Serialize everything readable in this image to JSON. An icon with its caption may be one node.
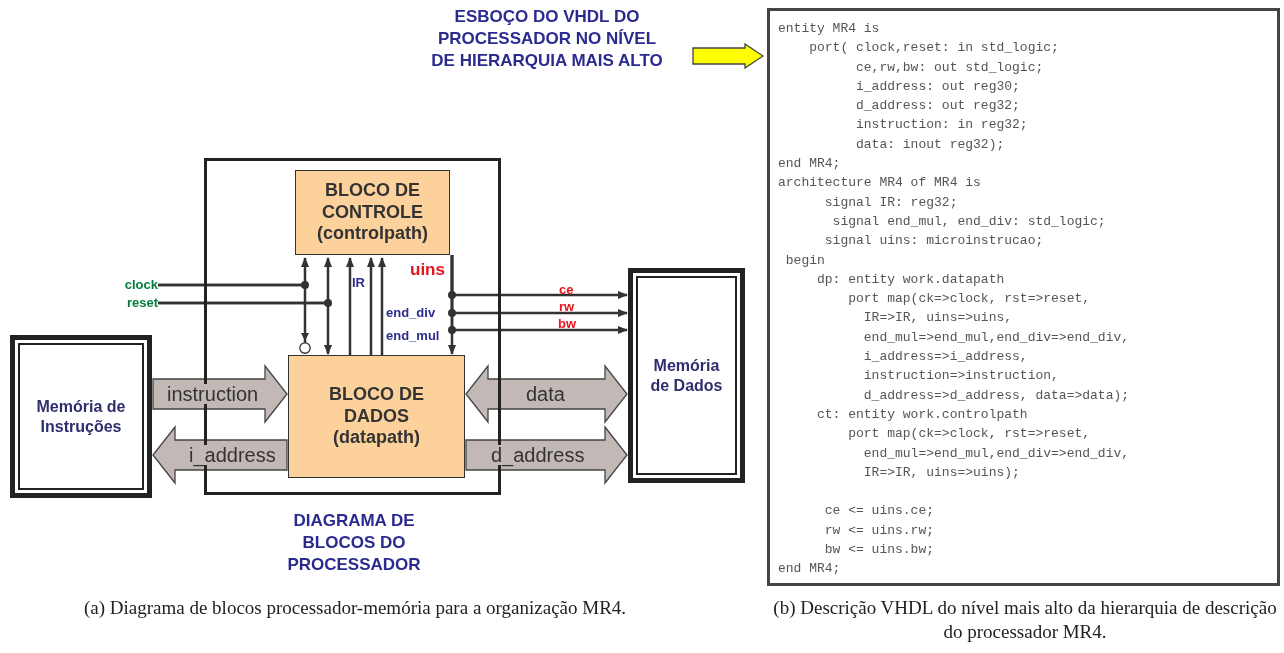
{
  "diagram": {
    "nodes": [
      {
        "text": [
          "DIAGRAMA DE BLOCOS DO PROCESSADOR"
        ]
      },
      {
        "text": [
          "BLOCO DE CONTROLE (controlpath)"
        ],
        "in": 0
      },
      {
        "text": [
          "BLOCO DE DADOS (datapath)"
        ],
        "in": 0
      },
      {
        "text": [
          "Memória de Instruções"
        ]
      },
      {
        "text": [
          "Memória de Dados"
        ]
      },
      {
        "text": [
          "clock"
        ]
      },
      {
        "text": [
          "reset"
        ]
      },
      {
        "text": [
          "ESBOÇO DO VHDL DO PROCESSADOR NO NÍVEL DE HIERARQUIA MAIS ALTO"
        ]
      },
      {
        "text": [
          "entity MR4 is",
          "    port( clock,reset: in std_logic;",
          "          ce,rw,bw: out std_logic;",
          "          i_address: out reg30;",
          "          d_address: out reg32;",
          "          instruction: in reg32;",
          "          data: inout reg32);",
          "end MR4;",
          "architecture MR4 of MR4 is",
          "      signal IR: reg32;",
          "       signal end_mul, end_div: std_logic;",
          "      signal uins: microinstrucao;",
          " begin",
          "     dp: entity work.datapath",
          "         port map(ck=>clock, rst=>reset,",
          "           IR=>IR, uins=>uins,",
          "           end_mul=>end_mul,end_div=>end_div,",
          "           i_address=>i_address,",
          "           instruction=>instruction,",
          "           d_address=>d_address, data=>data);",
          "     ct: entity work.controlpath",
          "         port map(ck=>clock, rst=>reset,",
          "           end_mul=>end_mul,end_div=>end_div,",
          "           IR=>IR, uins=>uins);",
          "      ce <= uins.ce;",
          "      rw <= uins.rw;",
          "      bw <= uins.bw;",
          "end MR4;"
        ]
      }
    ],
    "edges": [
      {
        "from": 5,
        "to": 1,
        "arrow": "to"
      },
      {
        "from": 5,
        "to": 2,
        "arrow": "to"
      },
      {
        "from": 6,
        "to": 1,
        "arrow": "to"
      },
      {
        "from": 6,
        "to": 2,
        "arrow": "to"
      },
      {
        "from": 2,
        "to": 1,
        "arrow": "to",
        "label": "IR"
      },
      {
        "from": 2,
        "to": 1,
        "arrow": "to",
        "label": "end_mul"
      },
      {
        "from": 2,
        "to": 1,
        "arrow": "to",
        "label": "end_div"
      },
      {
        "from": 1,
        "to": 2,
        "arrow": "to",
        "label": "uins"
      },
      {
        "from": 1,
        "to": 4,
        "arrow": "to",
        "label": "ce"
      },
      {
        "from": 1,
        "to": 4,
        "arrow": "to",
        "label": "rw"
      },
      {
        "from": 1,
        "to": 4,
        "arrow": "to",
        "label": "bw"
      },
      {
        "from": 3,
        "to": 2,
        "arrow": "to",
        "label": "instruction",
        "style": "thick",
        "color": "#c2b9b6"
      },
      {
        "from": 2,
        "to": 3,
        "arrow": "to",
        "label": "i_address",
        "style": "thick",
        "color": "#c2b9b6"
      },
      {
        "from": 2,
        "to": 4,
        "arrow": "both",
        "label": "data",
        "style": "thick",
        "color": "#c2b9b6"
      },
      {
        "from": 2,
        "to": 4,
        "arrow": "to",
        "label": "d_address",
        "style": "thick",
        "color": "#c2b9b6"
      },
      {
        "from": 7,
        "to": 8,
        "arrow": "to",
        "style": "thick",
        "color": "#ffff00"
      }
    ],
    "labels": [
      "(a) Diagrama de blocos processador-memória para a organização MR4.",
      "(b) Descrição VHDL do nível mais alto da hierarquia de descrição do processador MR4."
    ]
  }
}
